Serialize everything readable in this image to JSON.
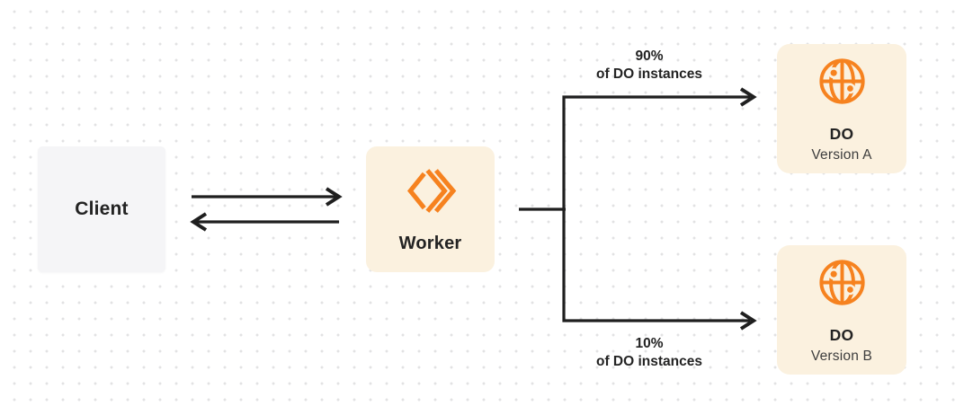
{
  "diagram": {
    "description": "Worker routing traffic between two Durable Object versions"
  },
  "colors": {
    "accent_orange": "#f6821f",
    "box_cream": "#fbf1df",
    "box_gray": "#f5f5f7",
    "arrow": "#1f1f1f",
    "text_dark": "#232323",
    "text_secondary": "#3d3d3d",
    "dot": "#e2e2e3",
    "canvas_bg": "#ffffff"
  },
  "nodes": {
    "client": {
      "label": "Client"
    },
    "worker": {
      "label": "Worker",
      "icon": "workers-chevron-icon"
    },
    "do_a": {
      "title": "DO",
      "subtitle": "Version A",
      "icon": "durable-object-globe-icon"
    },
    "do_b": {
      "title": "DO",
      "subtitle": "Version B",
      "icon": "durable-object-globe-icon"
    }
  },
  "edges": {
    "client_worker": {
      "type": "bidirectional-arrows"
    },
    "top_branch": {
      "percent": "90%",
      "caption": "of DO instances"
    },
    "bottom_branch": {
      "percent": "10%",
      "caption": "of DO instances"
    }
  }
}
